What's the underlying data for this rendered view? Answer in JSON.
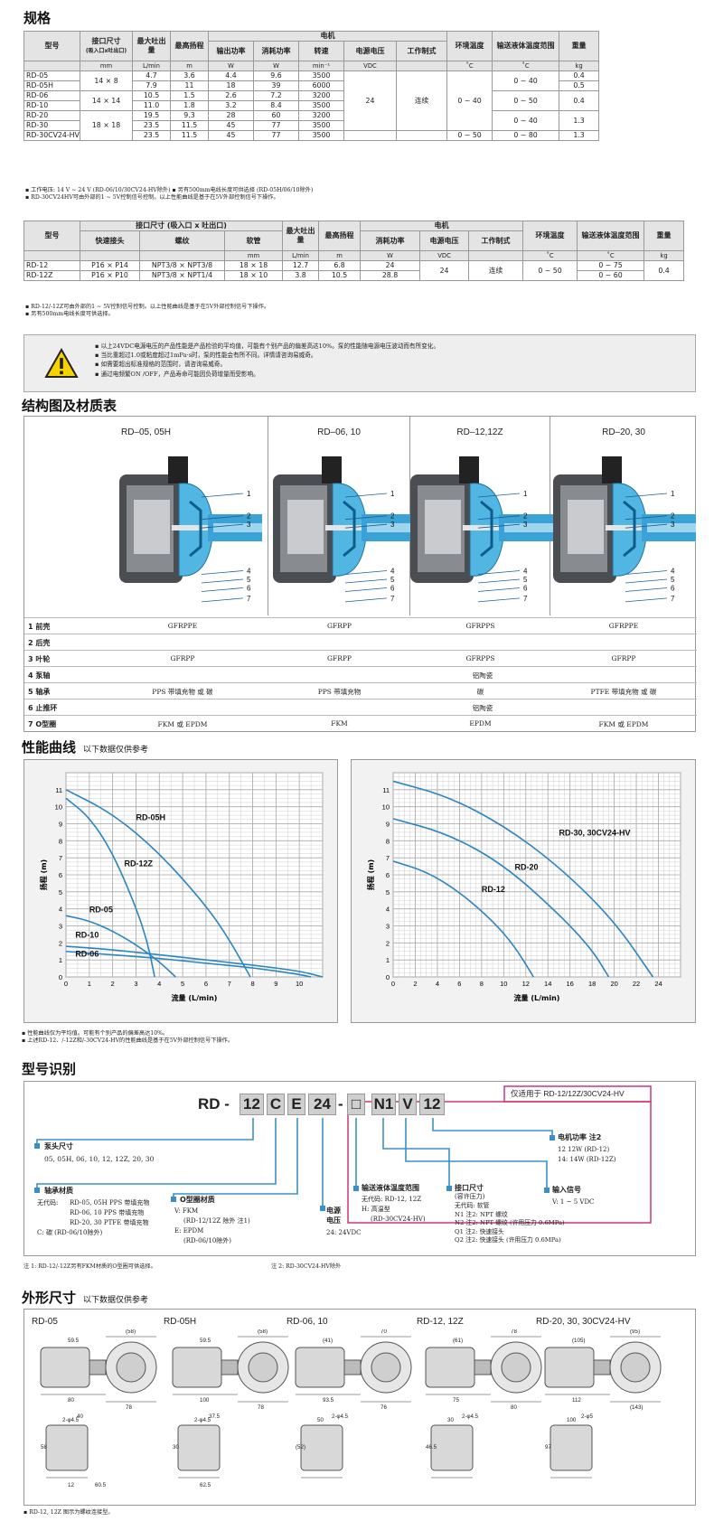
{
  "sections": {
    "spec": "规格",
    "struct": "结构图及材质表",
    "perf": "性能曲线",
    "perf_sub": "以下数据仅供参考",
    "model": "型号识别",
    "dims": "外形尺寸",
    "dims_sub": "以下数据仅供参考"
  },
  "spec1": {
    "h_model": "型号",
    "h_port": "接口尺寸",
    "h_port2": "(吸入口x吐出口)",
    "h_flow": "最大吐出量",
    "h_head": "最高扬程",
    "h_motor": "电机",
    "h_out": "输出功率",
    "h_cons": "消耗功率",
    "h_speed": "转速",
    "h_volt": "电源电压",
    "h_duty": "工作制式",
    "h_amb": "环境温度",
    "h_liq": "输送液体温度范围",
    "h_wt": "重量",
    "u_mm": "mm",
    "u_flow": "L/min",
    "u_m": "m",
    "u_w1": "W",
    "u_w2": "W",
    "u_rpm": "min⁻¹",
    "u_v": "VDC",
    "u_c1": "˚C",
    "u_c2": "˚C",
    "u_kg": "kg",
    "models": [
      "RD-05",
      "RD-05H",
      "RD-06",
      "RD-10",
      "RD-20",
      "RD-30",
      "RD-30CV24-HV"
    ],
    "port_a": "14 × 8",
    "port_b": "14 × 14",
    "port_c": "18 × 18",
    "flow": [
      "4.7",
      "7.9",
      "10.5",
      "11.0",
      "19.5",
      "23.5",
      "23.5"
    ],
    "head": [
      "3.6",
      "11",
      "1.5",
      "1.8",
      "9.3",
      "11.5",
      "11.5"
    ],
    "out": [
      "4.4",
      "18",
      "2.6",
      "3.2",
      "28",
      "45",
      "45"
    ],
    "cons": [
      "9.6",
      "39",
      "7.2",
      "8.4",
      "60",
      "77",
      "77"
    ],
    "speed": [
      "3500",
      "6000",
      "3200",
      "3500",
      "3200",
      "3500",
      "3500"
    ],
    "volt": "24",
    "duty": "连续",
    "amb_a": "0 ~ 40",
    "amb_b": "0 ~ 50",
    "liq_a": "0 ~ 40",
    "liq_b": "0 ~ 50",
    "liq_c": "0 ~ 40",
    "liq_d": "0 ~ 80",
    "wt": [
      "0.4",
      "0.5",
      "0.4",
      "1.3",
      "1.3"
    ]
  },
  "notes1": [
    "▪ 工作电压: 14 V ~ 24 V (RD-06/10/30CV24-HV除外)  ▪ 另有500mm电线长度可供选择 (RD-05H/06/10除外)",
    "▪ RD-30CV24HV可由外部的1 ~ 5V控制信号控制。以上性能曲线是基于在5V外部控制信号下操作。"
  ],
  "spec2": {
    "h_model": "型号",
    "h_port": "接口尺寸 (吸入口 x 吐出口)",
    "h_quick": "快速接头",
    "h_thread": "螺纹",
    "h_hose": "软管",
    "h_flow": "最大吐出量",
    "h_head": "最高扬程",
    "h_motor": "电机",
    "h_cons": "消耗功率",
    "h_volt": "电源电压",
    "h_duty": "工作制式",
    "h_amb": "环境温度",
    "h_liq": "输送液体温度范围",
    "h_wt": "重量",
    "u_mm": "mm",
    "u_flow": "L/min",
    "u_m": "m",
    "u_w": "W",
    "u_v": "VDC",
    "u_c1": "˚C",
    "u_c2": "˚C",
    "u_kg": "kg",
    "rows": [
      {
        "model": "RD-12",
        "quick": "P16 × P14",
        "thread": "NPT3/8 × NPT3/8",
        "hose": "18 × 18",
        "flow": "12.7",
        "head": "6.8",
        "cons": "24",
        "liq": "0 ~ 75"
      },
      {
        "model": "RD-12Z",
        "quick": "P16 × P10",
        "thread": "NPT3/8 × NPT1/4",
        "hose": "18 × 10",
        "flow": "3.8",
        "head": "10.5",
        "cons": "28.8",
        "liq": "0 ~ 60"
      }
    ],
    "volt": "24",
    "duty": "连续",
    "amb": "0 ~ 50",
    "wt": "0.4"
  },
  "notes2": [
    "▪ RD-12/-12Z可由外部的1 ~ 5V控制信号控制。以上性能曲线是基于在5V外部控制信号下操作。",
    "▪ 另有500mm电线长度可供选择。"
  ],
  "warning": [
    "▪ 以上24VDC电源电压的产品性能是产品检验的平均值，可能有个别产品的偏差高达10%。泵的性能随电源电压波动而有所变化。",
    "▪ 当比重超过1.0或粘度超过1mPa·s时，泵的性能会有所不同。详情请咨询易威奇。",
    "▪ 如需要超出标准规格的范围时，请咨询易威奇。",
    "▪ 通过电频繁ON /OFF，产品寿命可能因负荷增量而受影响。"
  ],
  "struct": {
    "views": [
      "RD–05, 05H",
      "RD–06, 10",
      "RD–12,12Z",
      "RD–20, 30"
    ],
    "callouts": [
      "1",
      "2",
      "3",
      "4",
      "5",
      "6",
      "7"
    ],
    "rows": [
      {
        "no": "1",
        "name": "前壳",
        "v": [
          "GFRPPE",
          "GFRPP",
          "GFRPPS",
          "GFRPPE"
        ]
      },
      {
        "no": "2",
        "name": "后壳",
        "v": []
      },
      {
        "no": "3",
        "name": "叶轮",
        "v": [
          "GFRPP",
          "GFRPP",
          "GFRPPS",
          "GFRPP"
        ]
      },
      {
        "no": "4",
        "name": "泵轴",
        "span": "铝陶瓷"
      },
      {
        "no": "5",
        "name": "轴承",
        "v": [
          "PPS 带填充物 或 碳",
          "PPS 带填充物",
          "碳",
          "PTFE 带填充物 或 碳"
        ]
      },
      {
        "no": "6",
        "name": "止推环",
        "span": "铝陶瓷"
      },
      {
        "no": "7",
        "name": "O型圈",
        "v": [
          "FKM 或 EPDM",
          "FKM",
          "EPDM",
          "FKM 或 EPDM"
        ]
      }
    ]
  },
  "chart_data": [
    {
      "type": "line",
      "xlabel": "流量 (L/min)",
      "ylabel": "扬程 (m)",
      "xlim": [
        0,
        11
      ],
      "ylim": [
        0,
        12
      ],
      "xticks": [
        0,
        1,
        2,
        3,
        4,
        5,
        6,
        7,
        8,
        9,
        10
      ],
      "yticks": [
        0,
        1,
        2,
        3,
        4,
        5,
        6,
        7,
        8,
        9,
        10,
        11
      ],
      "series": [
        {
          "name": "RD-05H",
          "x": [
            0,
            2,
            4,
            6,
            7,
            7.9
          ],
          "y": [
            11,
            9.6,
            7.3,
            4.2,
            2.2,
            0
          ]
        },
        {
          "name": "RD-12Z",
          "x": [
            0,
            1,
            2,
            3,
            3.5,
            3.8
          ],
          "y": [
            10.5,
            9.4,
            7.3,
            4.1,
            2.0,
            0
          ]
        },
        {
          "name": "RD-05",
          "x": [
            0,
            1,
            2,
            3,
            4,
            4.7
          ],
          "y": [
            3.6,
            3.3,
            2.7,
            1.9,
            0.9,
            0
          ]
        },
        {
          "name": "RD-10",
          "x": [
            0,
            2,
            4,
            6,
            8,
            10,
            11
          ],
          "y": [
            1.8,
            1.6,
            1.3,
            1.0,
            0.7,
            0.35,
            0
          ]
        },
        {
          "name": "RD-06",
          "x": [
            0,
            2,
            4,
            6,
            8,
            10,
            10.5
          ],
          "y": [
            1.5,
            1.3,
            1.1,
            0.8,
            0.55,
            0.15,
            0
          ]
        }
      ]
    },
    {
      "type": "line",
      "xlabel": "流量 (L/min)",
      "ylabel": "扬程 (m)",
      "xlim": [
        0,
        26
      ],
      "ylim": [
        0,
        12
      ],
      "xticks": [
        0,
        2,
        4,
        6,
        8,
        10,
        12,
        14,
        16,
        18,
        20,
        22,
        24
      ],
      "yticks": [
        0,
        1,
        2,
        3,
        4,
        5,
        6,
        7,
        8,
        9,
        10,
        11
      ],
      "series": [
        {
          "name": "RD-30, 30CV24-HV",
          "x": [
            0,
            5,
            10,
            15,
            20,
            23.5
          ],
          "y": [
            11.5,
            10.6,
            8.9,
            6.5,
            3.3,
            0
          ]
        },
        {
          "name": "RD-20",
          "x": [
            0,
            5,
            10,
            15,
            18,
            19.5
          ],
          "y": [
            9.3,
            8.4,
            6.6,
            3.7,
            1.6,
            0
          ]
        },
        {
          "name": "RD-12",
          "x": [
            0,
            3,
            6,
            9,
            11,
            12.7
          ],
          "y": [
            6.8,
            6.2,
            5.0,
            3.3,
            1.8,
            0
          ]
        }
      ]
    }
  ],
  "notes3": [
    "▪ 性能曲线仅为平均值。可能有个别产品的偏差高达10%。",
    "▪ 上述RD-12、/-12Z和/-30CV24-HV的性能曲线是基于在5V外部控制信号下操作。"
  ],
  "model": {
    "prefix": "RD -",
    "c1": "12",
    "c2": "C",
    "c3": "E",
    "c4": "24",
    "dash": "-",
    "c5": "□",
    "c6": "N1",
    "c7": "V",
    "c8": "12",
    "only": "仅适用于 RD-12/12Z/30CV24-HV",
    "head_t": "泵头尺寸",
    "head_v": "05, 05H, 06, 10, 12, 12Z, 20, 30",
    "bear_t": "轴承材质",
    "bear_v": [
      "无代码:",
      "RD-05, 05H  PPS 带填充物",
      "RD-06, 10    PPS 带填充物",
      "RD-20, 30    PTFE 带填充物",
      "C: 碳 (RD-06/10除外)"
    ],
    "oring_t": "O型圈材质",
    "oring_v": [
      "V: FKM",
      "(RD-12/12Z 除外 注1)",
      "E: EPDM",
      "(RD-06/10除外)"
    ],
    "power_t": "电源",
    "power_t2": "电压",
    "power_v": "24: 24VDC",
    "liq_t": "输送液体温度范围",
    "liq_v": [
      "无代码: RD-12, 12Z",
      "H: 高温型",
      "(RD-30CV24-HV)"
    ],
    "port_t": "接口尺寸",
    "port_t2": "(容许压力)",
    "port_v": [
      "无代码: 软管",
      "N1 注2: NPT 螺纹",
      "N2 注2: NPT 螺纹 (许用压力 0.6MPa)",
      "Q1 注2: 快速接头",
      "Q2 注2: 快速接头 (许用压力 0.6MPa)"
    ],
    "sig_t": "输入信号",
    "sig_v": "V: 1 ~ 5 VDC",
    "mot_t": "电机功率 注2",
    "mot_v": [
      "12  12W (RD-12)",
      "14: 14W (RD-12Z)"
    ],
    "n1": "注 1: RD-12/-12Z另有FKM材质的O型圈可供选择。",
    "n2": "注 2: RD-30CV24-HV除外"
  },
  "dims": {
    "models": [
      "RD-05",
      "RD-05H",
      "RD-06, 10",
      "RD-12, 12Z",
      "RD-20, 30, 30CV24-HV"
    ],
    "d1": [
      "59.5",
      "(58)",
      "78",
      "80",
      "40",
      "2-φ4.5",
      "58",
      "12",
      "60.5"
    ],
    "d2": [
      "59.5",
      "(58)",
      "78",
      "100",
      "37.5",
      "2-φ4.5",
      "30",
      "62.5"
    ],
    "d3": [
      "(41)",
      "70",
      "76",
      "93.5",
      "2-φ4.5",
      "50",
      "(52)"
    ],
    "d4": [
      "(61)",
      "78",
      "80",
      "75",
      "2-φ4.5",
      "30",
      "46.5"
    ],
    "d5": [
      "(105)",
      "(95)",
      "(143)",
      "112",
      "2-φ5",
      "100",
      "97"
    ],
    "note": "▪ RD-12, 12Z 图示为螺纹连接型。"
  },
  "colors": {
    "curve": "#2a86c0",
    "pink": "#d0357a",
    "chartbg": "#f2f2f2",
    "head": "#e4e4e4"
  }
}
